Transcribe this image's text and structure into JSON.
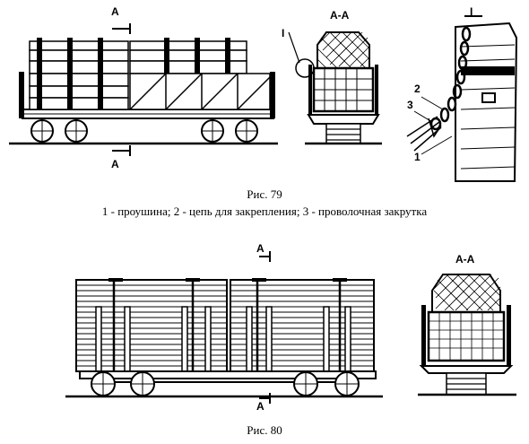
{
  "figure79": {
    "caption": "Рис. 79",
    "legend": "1 - проушина; 2 - цепь для закрепления; 3 - проволочная закрутка",
    "section_top": "А",
    "section_bottom": "А",
    "section_view": "А-А",
    "detail_marker": "I",
    "detail_title": "I",
    "callouts": [
      "1",
      "2",
      "3",
      "1"
    ]
  },
  "figure80": {
    "caption": "Рис. 80",
    "section_top": "А",
    "section_bottom": "А",
    "section_view": "А-А"
  }
}
